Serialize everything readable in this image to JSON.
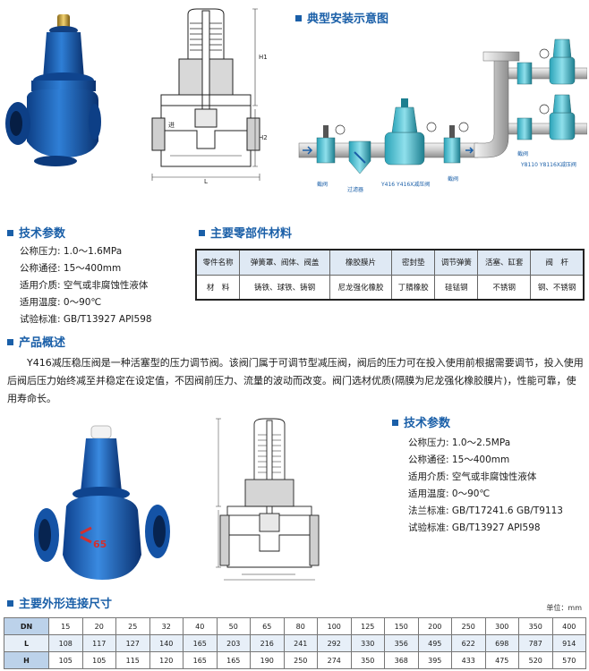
{
  "install_title": "典型安装示意图",
  "install_labels": {
    "valve_left": "截阀",
    "filter": "过滤器",
    "main_valve": "Y416 Y416X减压阀",
    "valve_right": "截阀",
    "valve_branch": "截阀",
    "branch_valve": "Y8110 Y8116X减压阀"
  },
  "drawing1_labels": {
    "h1": "H1",
    "h2": "H2",
    "l": "L",
    "inlet": "进"
  },
  "tech1": {
    "title": "技术参数",
    "rows": [
      {
        "label": "公称压力:",
        "value": "1.0～1.6MPa"
      },
      {
        "label": "公称通径:",
        "value": "15～400mm"
      },
      {
        "label": "适用介质:",
        "value": "空气或非腐蚀性液体"
      },
      {
        "label": "适用温度:",
        "value": "0～90℃"
      },
      {
        "label": "试验标准:",
        "value": "GB/T13927  API598"
      }
    ]
  },
  "parts": {
    "title": "主要零部件材料",
    "header": [
      "零件名称",
      "弹簧罩、阀体、阀盖",
      "橡胶膜片",
      "密封垫",
      "调节弹簧",
      "活塞、缸套",
      "阀　杆"
    ],
    "row": [
      "材　料",
      "铸铁、球铁、铸钢",
      "尼龙强化橡胶",
      "丁腈橡胶",
      "硅锰钢",
      "不锈钢",
      "钢、不锈钢"
    ]
  },
  "overview": {
    "title": "产品概述",
    "text": "Y416减压稳压阀是一种活塞型的压力调节阀。该阀门属于可调节型减压阀，阀后的压力可在投入使用前根据需要调节，投入使用后阀后压力始终减至并稳定在设定值，不因阀前压力、流量的波动而改变。阀门选材优质(隔膜为尼龙强化橡胶膜片)，性能可靠，使用寿命长。"
  },
  "valve2_mark": "65",
  "tech2": {
    "title": "技术参数",
    "rows": [
      {
        "label": "公称压力:",
        "value": "1.0～2.5MPa"
      },
      {
        "label": "公称通径:",
        "value": "15～400mm"
      },
      {
        "label": "适用介质:",
        "value": "空气或非腐蚀性液体"
      },
      {
        "label": "适用温度:",
        "value": "0～90℃"
      },
      {
        "label": "法兰标准:",
        "value": "GB/T17241.6  GB/T9113"
      },
      {
        "label": "试验标准:",
        "value": "GB/T13927  API598"
      }
    ]
  },
  "dimensions": {
    "title": "主要外形连接尺寸",
    "unit": "单位：mm",
    "rows": [
      {
        "key": "DN",
        "values": [
          "15",
          "20",
          "25",
          "32",
          "40",
          "50",
          "65",
          "80",
          "100",
          "125",
          "150",
          "200",
          "250",
          "300",
          "350",
          "400"
        ]
      },
      {
        "key": "L",
        "values": [
          "108",
          "117",
          "127",
          "140",
          "165",
          "203",
          "216",
          "241",
          "292",
          "330",
          "356",
          "495",
          "622",
          "698",
          "787",
          "914"
        ]
      },
      {
        "key": "H",
        "values": [
          "105",
          "105",
          "115",
          "120",
          "165",
          "165",
          "190",
          "250",
          "274",
          "350",
          "368",
          "395",
          "433",
          "475",
          "520",
          "570"
        ]
      }
    ]
  },
  "colors": {
    "accent": "#1a5fa8",
    "valve_blue": "#1b5fb3",
    "table_header": "#bcd2ea"
  }
}
